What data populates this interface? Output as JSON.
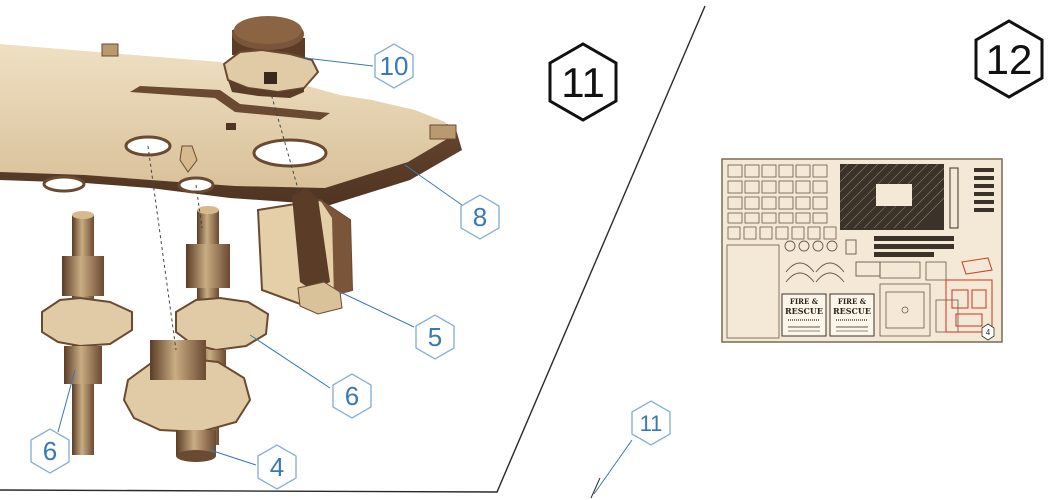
{
  "steps": {
    "left": "11",
    "right": "12"
  },
  "callouts": {
    "main_plate": "8",
    "gear_top": "10",
    "spacer_block": "5",
    "shaft_middle": "6",
    "shaft_left": "6",
    "gear_bottom": "4",
    "sheet_ref": "11"
  },
  "sheet": {
    "panel_1_line1": "FIRE &",
    "panel_1_line2": "RESCUE",
    "panel_2_line1": "FIRE &",
    "panel_2_line2": "RESCUE",
    "sheet_number": "4"
  },
  "colors": {
    "wood_light": "#e6d3b1",
    "wood_dark": "#6b4a32",
    "callout_blue": "#3a78b5",
    "red_parts": "#d0452a"
  }
}
